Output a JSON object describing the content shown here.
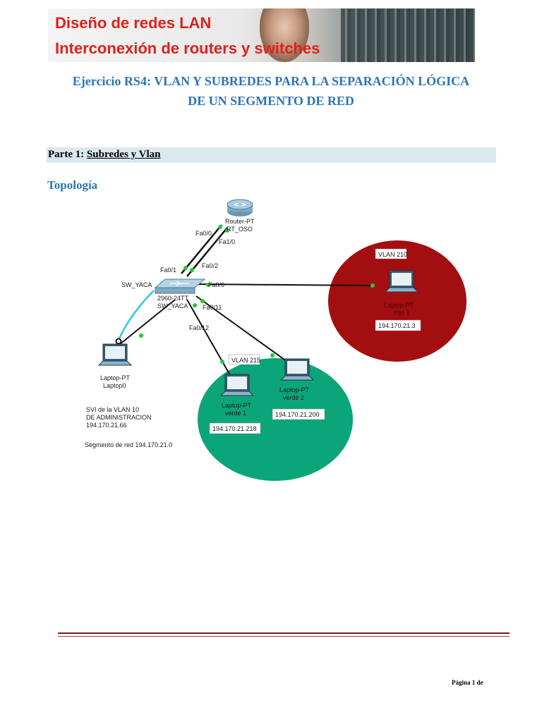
{
  "banner": {
    "line1": "Diseño de redes LAN",
    "line2": "Interconexión de routers y switches"
  },
  "title": {
    "line1": "Ejercicio RS4: VLAN Y SUBREDES PARA LA SEPARACIÓN LÓGICA",
    "line2": "DE UN SEGMENTO DE RED"
  },
  "part": {
    "prefix": "Parte 1: ",
    "name": "Subredes y Vlan"
  },
  "topology_heading": "Topología",
  "diagram": {
    "router": {
      "type": "Router-PT",
      "name": "RT_OSO"
    },
    "switch": {
      "name_top": "SW_YACA",
      "model": "2960-24TT",
      "name_bottom": "SW_YACA"
    },
    "ports": {
      "router_fa0_0": "Fa0/0",
      "router_fa1_0": "Fa1/0",
      "sw_fa0_1": "Fa0/1",
      "sw_fa0_2": "Fa0/2",
      "sw_fa0_6": "Fa0/6",
      "sw_fa0_11": "Fa0/11",
      "sw_fa0_12": "Fa0/12"
    },
    "vlan_red": {
      "label": "VLAN 210",
      "laptop_type": "Laptop-PT",
      "laptop_name": "rojo 1",
      "ip": "194.170.21.3"
    },
    "vlan_green": {
      "label": "VLAN 215",
      "laptop1_type": "Laptop-PT",
      "laptop1_name": "verde 1",
      "ip1": "194.170.21.218",
      "laptop2_type": "Laptop-PT",
      "laptop2_name": "verde 2",
      "ip2": "194.170.21.200"
    },
    "admin_laptop": {
      "type": "Laptop-PT",
      "name": "Laptop0"
    },
    "svi_note": {
      "line1": "SVI de la VLAN 10",
      "line2": "DE ADMINISTRACION",
      "line3": "194.170.21.66"
    },
    "segment_note": "Segmento de red 194.170.21.0",
    "colors": {
      "red_zone": "#a30e10",
      "green_zone": "#0aa67a",
      "link_up": "#22cc33",
      "console": "#2ec8e0"
    }
  },
  "footer": {
    "page_label": "Página 1 de"
  }
}
